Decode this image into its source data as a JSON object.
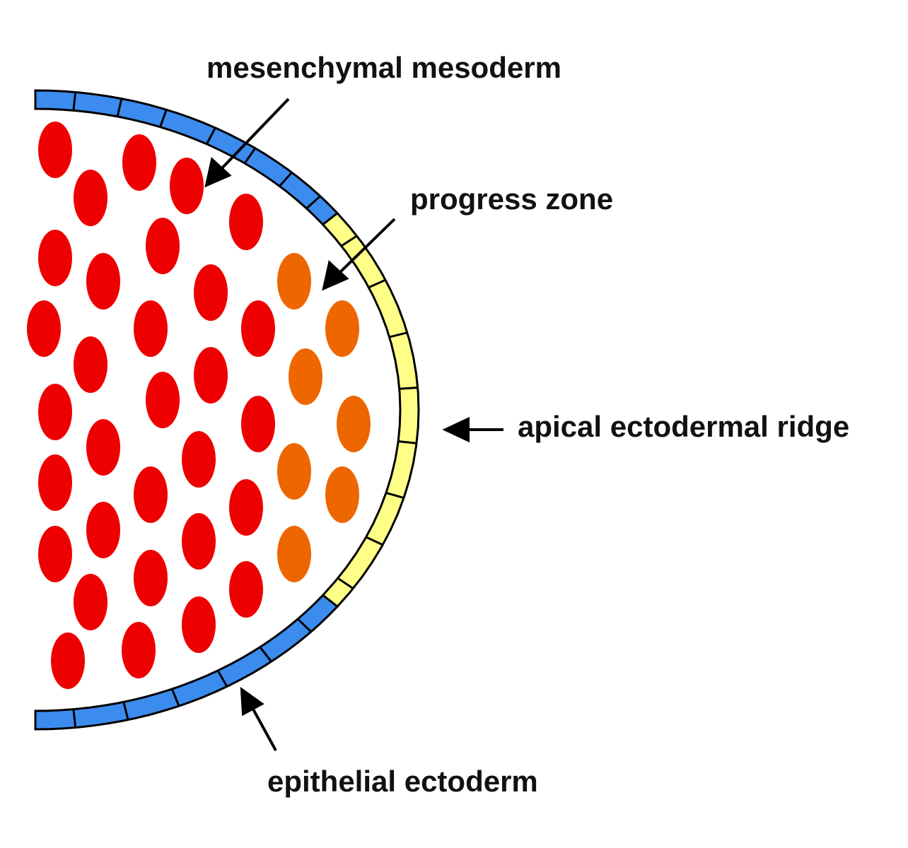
{
  "labels": {
    "mesenchymal_mesoderm": "mesenchymal mesoderm",
    "progress_zone": "progress zone",
    "apical_ectodermal_ridge": "apical ectodermal ridge",
    "epithelial_ectoderm": "epithelial ectoderm"
  },
  "colors": {
    "mesenchyme_cell": "#ee0000",
    "progress_zone_cell": "#ee6600",
    "ectoderm": "#3c8cef",
    "ridge": "#ffff88",
    "outline": "#000000",
    "background": "#ffffff"
  }
}
